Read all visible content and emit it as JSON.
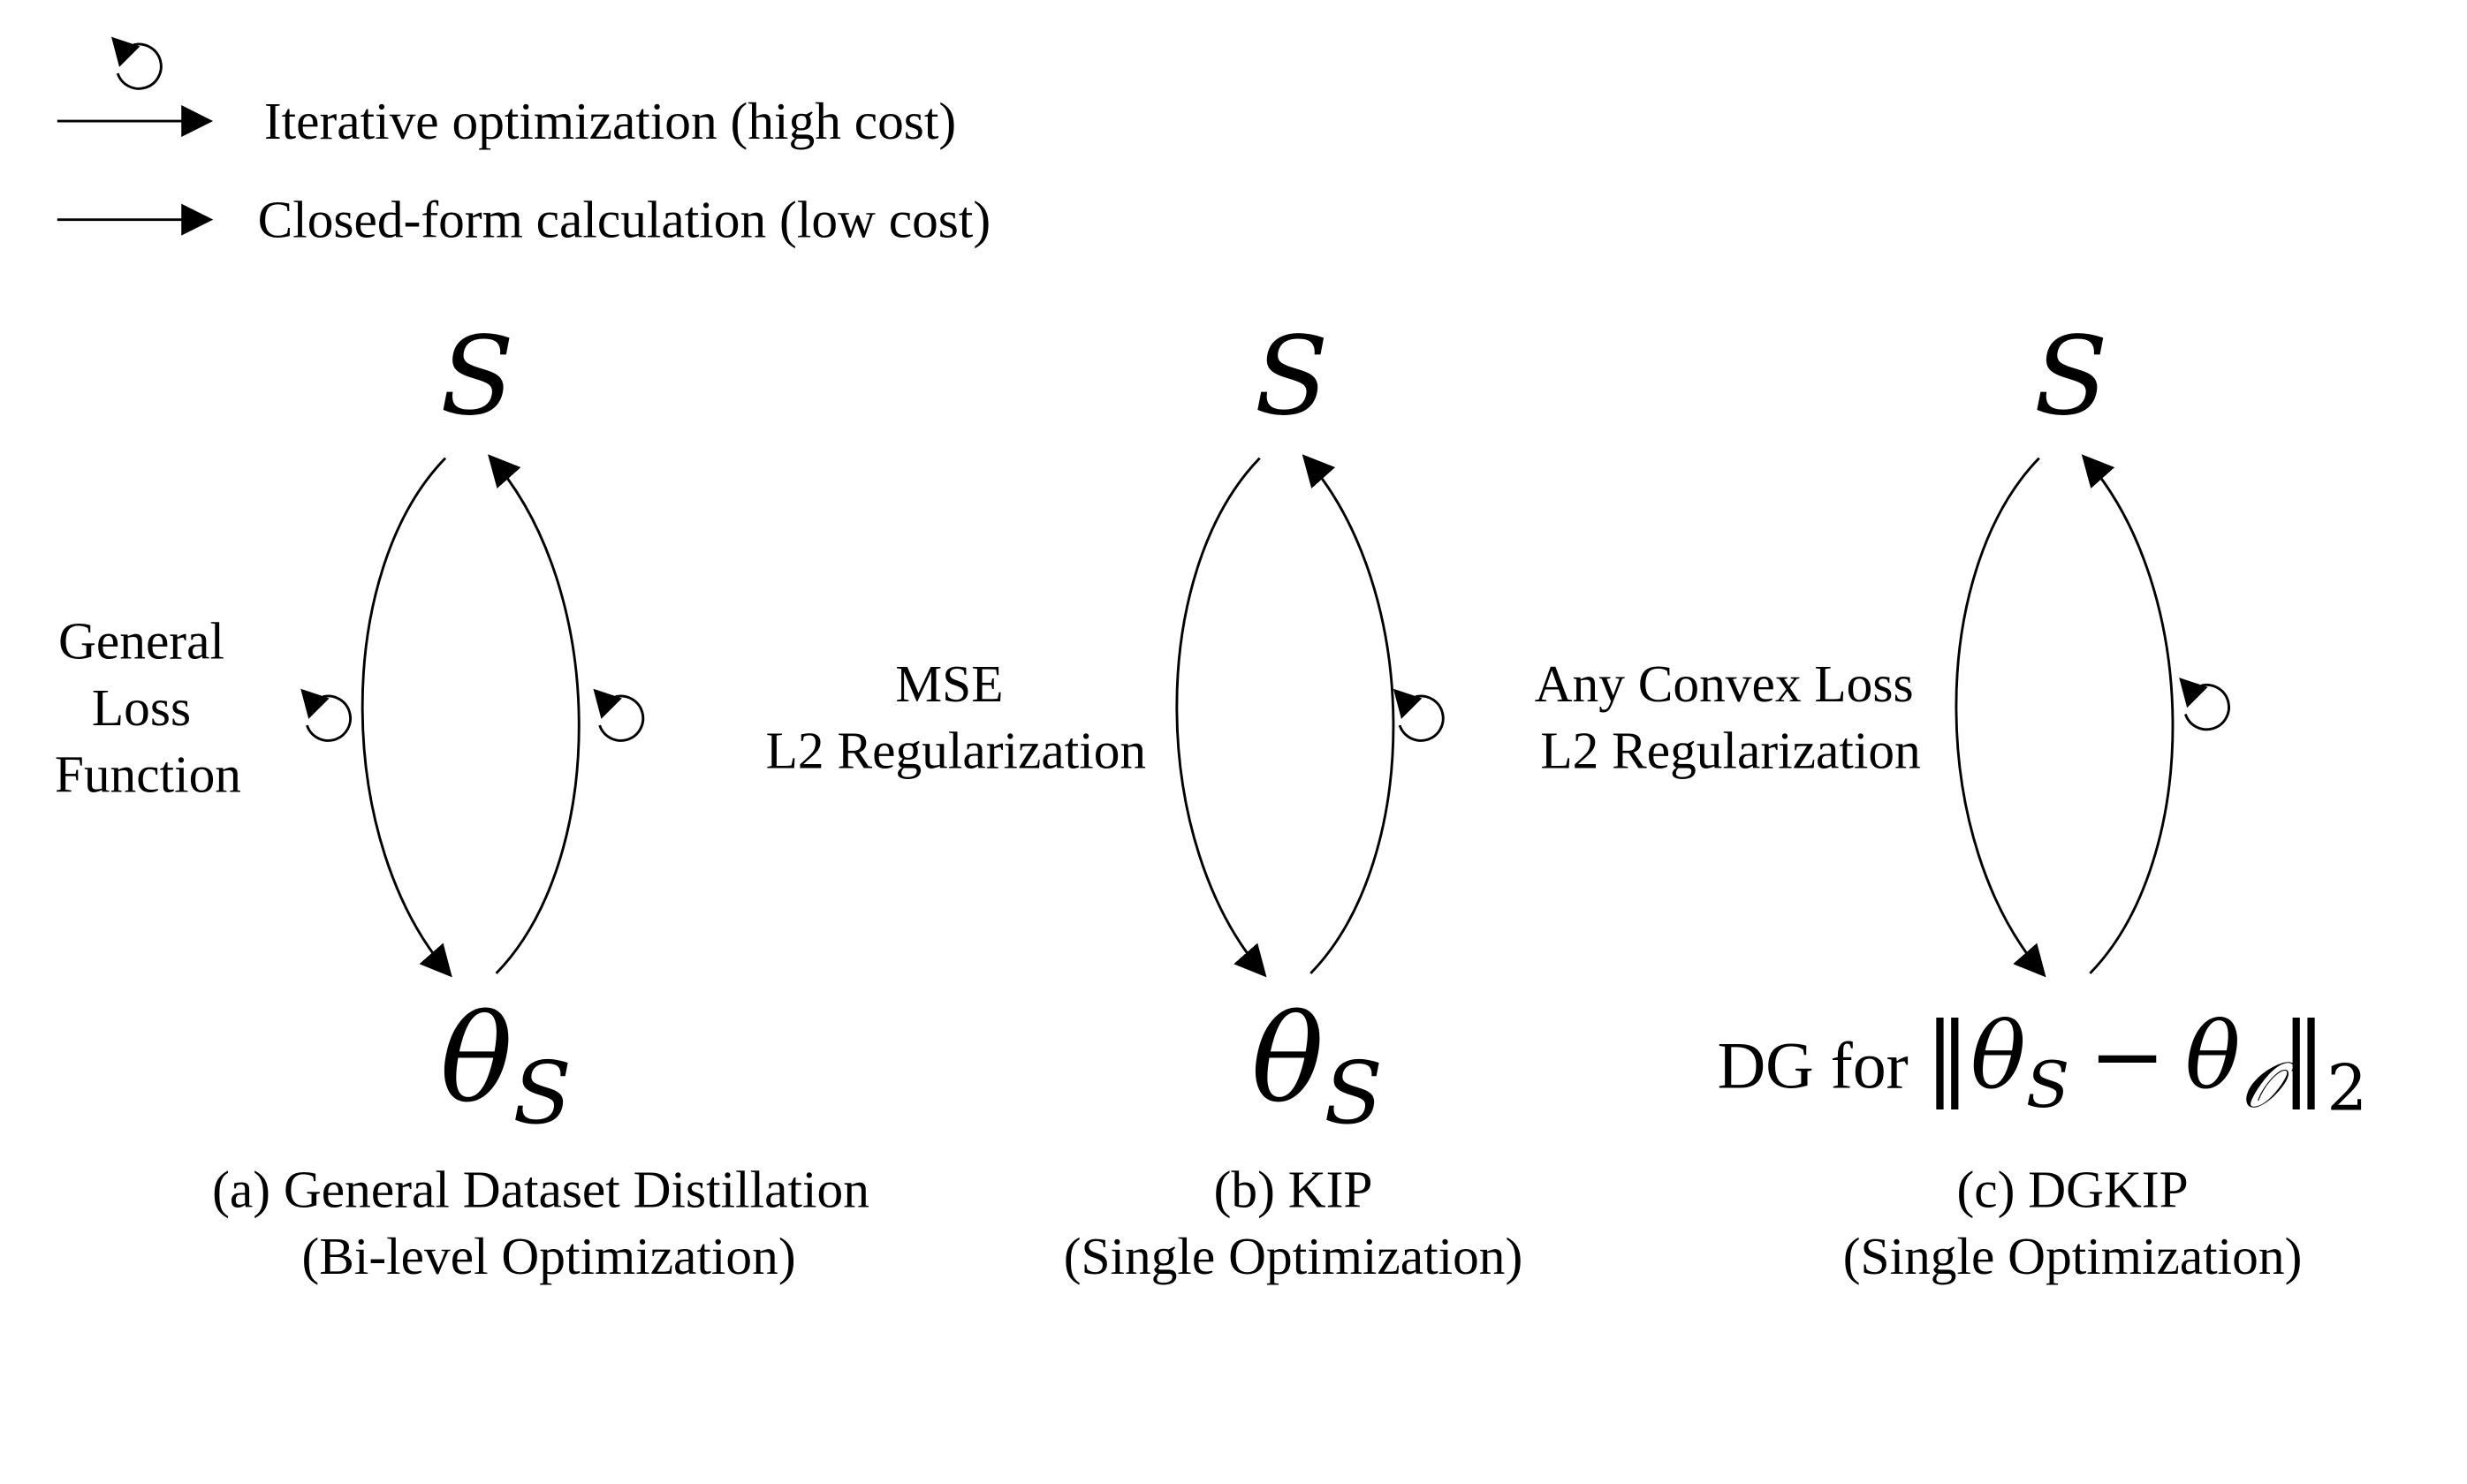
{
  "legend": {
    "iterative_label": "Iterative optimization (high cost)",
    "closed_form_label": "Closed-form calculation (low cost)"
  },
  "panels": [
    {
      "top_node": "S",
      "bottom_node_symbol": "θ",
      "bottom_node_subscript": "S",
      "side_label_lines": [
        "General",
        "Loss",
        "Function"
      ],
      "caption_line1": "(a)  General Dataset Distillation",
      "caption_line2": "(Bi-level Optimization)"
    },
    {
      "top_node": "S",
      "bottom_node_symbol": "θ",
      "bottom_node_subscript": "S",
      "side_label_lines": [
        "MSE",
        "L2 Regularization"
      ],
      "caption_line1": "(b) KIP",
      "caption_line2": "(Single Optimization)"
    },
    {
      "top_node": "S",
      "bottom_node_prefix": "DG for",
      "bottom_node_bar_open": "‖",
      "bottom_node_theta": "θ",
      "bottom_node_sub1": "S",
      "bottom_node_minus": "−",
      "bottom_node_sub2": "𝒪",
      "bottom_node_bar_close": "‖",
      "bottom_node_norm_sub": "2",
      "side_label_lines": [
        "Any Convex Loss",
        "L2 Regularization"
      ],
      "caption_line1": "(c) DGKIP",
      "caption_line2": "(Single Optimization)"
    }
  ],
  "colors": {
    "ink": "#000000",
    "background": "#ffffff"
  },
  "icons": {
    "iterative": "loop-arrow-icon",
    "closed_form": "arrow-icon"
  }
}
